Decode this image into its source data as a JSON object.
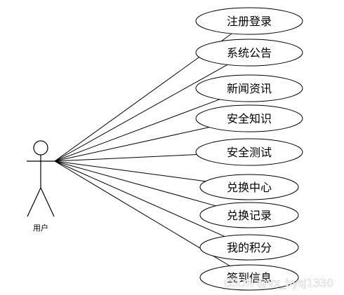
{
  "actor": {
    "label": "用户"
  },
  "use_cases": [
    {
      "id": "register-login",
      "label": "注册登录"
    },
    {
      "id": "system-notice",
      "label": "系统公告"
    },
    {
      "id": "news-info",
      "label": "新闻资讯"
    },
    {
      "id": "safety-knowledge",
      "label": "安全知识"
    },
    {
      "id": "safety-test",
      "label": "安全测试"
    },
    {
      "id": "exchange-center",
      "label": "兑换中心"
    },
    {
      "id": "exchange-record",
      "label": "兑换记录"
    },
    {
      "id": "my-points",
      "label": "我的积分"
    },
    {
      "id": "checkin-info",
      "label": "签到信息"
    }
  ],
  "watermark": "CSDN @vx_bysj1330"
}
